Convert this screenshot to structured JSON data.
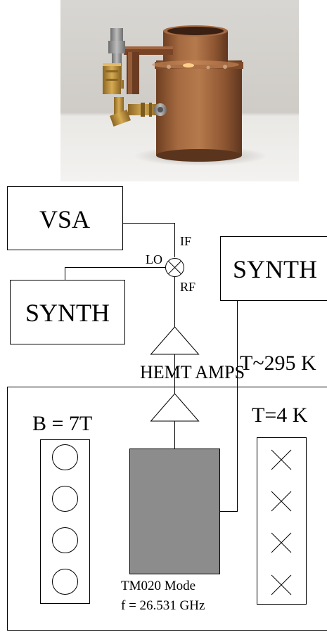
{
  "photo": {
    "subject": "copper cavity with connectors",
    "colors": {
      "wall_top": "#d8d6d2",
      "wall_bottom": "#c9c5bf",
      "table": "#efeeec",
      "copper_light": "#b57a4c",
      "copper_mid": "#8d5531",
      "copper_dark": "#5e361f",
      "brass": "#c89a3c",
      "steel": "#9a9a9a"
    }
  },
  "diagram": {
    "vsa_label": "VSA",
    "synth_lo_label": "SYNTH",
    "synth_right_label": "SYNTH",
    "if_label": "IF",
    "lo_label": "LO",
    "rf_label": "RF",
    "amps_label": "HEMT AMPS",
    "room_temp_label": "T~295 K",
    "field_label": "B = 7T",
    "cold_temp_label": "T=4 K",
    "mode_label": "TM020 Mode",
    "freq_label": "f = 26.531 GHz",
    "colors": {
      "line": "#000000",
      "cavity_fill": "#8c8c8c"
    }
  }
}
